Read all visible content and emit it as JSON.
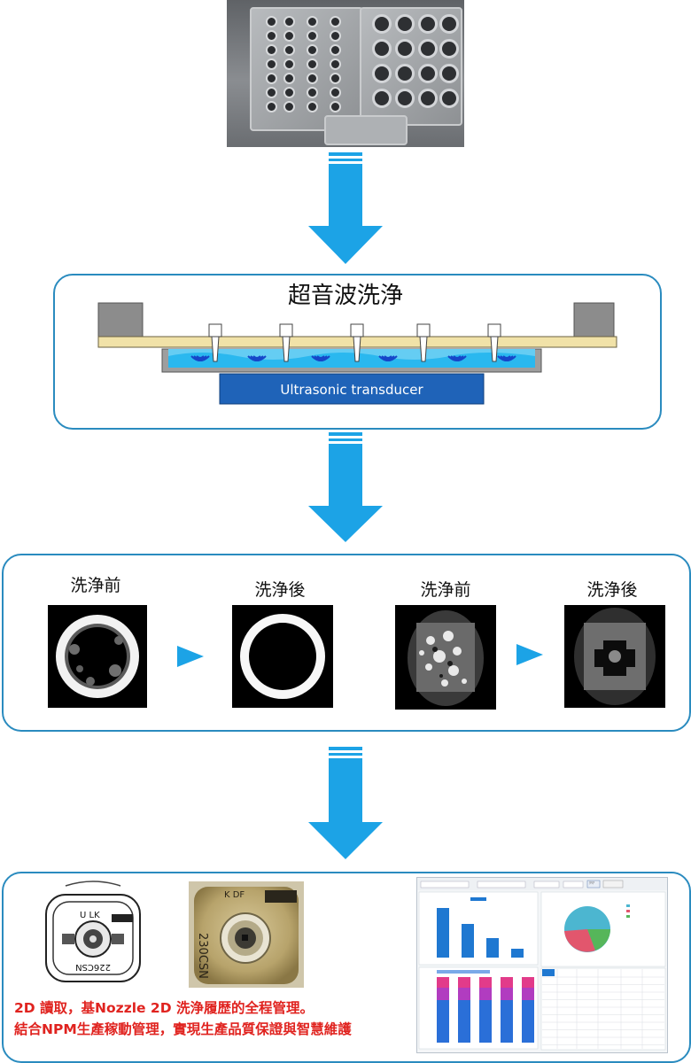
{
  "ultrasonic": {
    "title": "超音波洗浄",
    "transducer_label": "Ultrasonic transducer"
  },
  "comparison": {
    "labels": [
      "洗浄前",
      "洗浄後",
      "洗浄前",
      "洗浄後"
    ]
  },
  "nozzle_photos": {
    "sketch_marking": "U LK",
    "sketch_side": "226CSN",
    "photo_marking": "K DF",
    "photo_side": "230CSN"
  },
  "caption": {
    "line1": "2D 讀取，基Nozzle 2D 洗浄履歴的全程管理。",
    "line2": "結合NPM生產稼動管理，實現生產品質保證與智慧維護"
  },
  "software_screenshot": {
    "toolbar_button": "ｸﾘｱ"
  },
  "colors": {
    "panel_border": "#2a8bbf",
    "arrow_blue": "#1ca3e6",
    "transducer_blue": "#1f63b8",
    "water_blue": "#23b8ef",
    "caption_red": "#e0231f"
  }
}
